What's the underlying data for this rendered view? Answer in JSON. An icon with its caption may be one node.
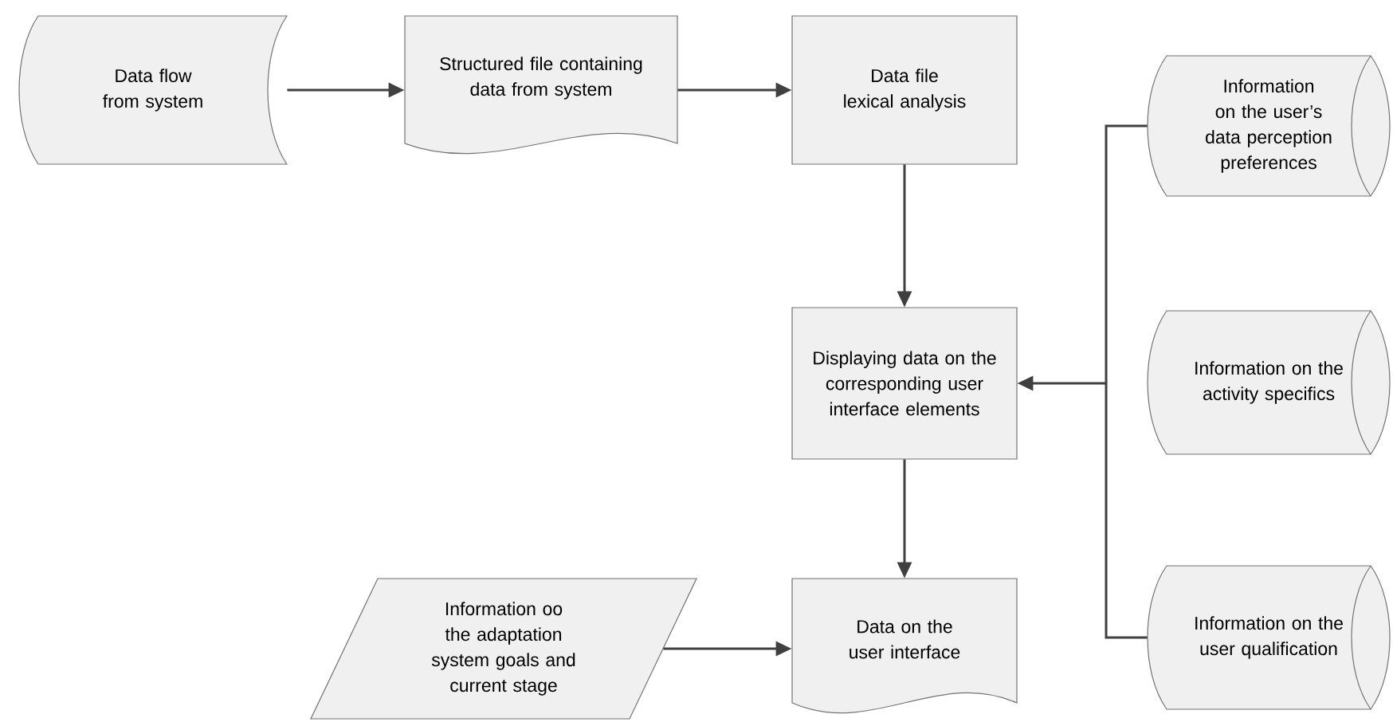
{
  "diagram": {
    "nodes": [
      {
        "text": [
          "Data flow from system"
        ]
      },
      {
        "text": [
          "Structured file containing data from system"
        ]
      },
      {
        "text": [
          "Data file lexical analysis"
        ]
      },
      {
        "text": [
          "Displaying data on the corresponding user interface elements"
        ]
      },
      {
        "text": [
          "Information on the user’s data perception preferences"
        ]
      },
      {
        "text": [
          "Information on the activity specifics"
        ]
      },
      {
        "text": [
          "Information on the user qualification"
        ]
      },
      {
        "text": [
          "Information oo the  adaptation system goals and current stage"
        ]
      },
      {
        "text": [
          "Data on the user interface"
        ]
      }
    ],
    "edges": [
      {
        "from": 0,
        "to": 1,
        "arrow": "to"
      },
      {
        "from": 1,
        "to": 2,
        "arrow": "to"
      },
      {
        "from": 2,
        "to": 3,
        "arrow": "to"
      },
      {
        "from": 4,
        "to": 3,
        "arrow": "to"
      },
      {
        "from": 5,
        "to": 3,
        "arrow": "to"
      },
      {
        "from": 6,
        "to": 3,
        "arrow": "to"
      },
      {
        "from": 7,
        "to": 8,
        "arrow": "to"
      },
      {
        "from": 3,
        "to": 8,
        "arrow": "to"
      }
    ]
  }
}
